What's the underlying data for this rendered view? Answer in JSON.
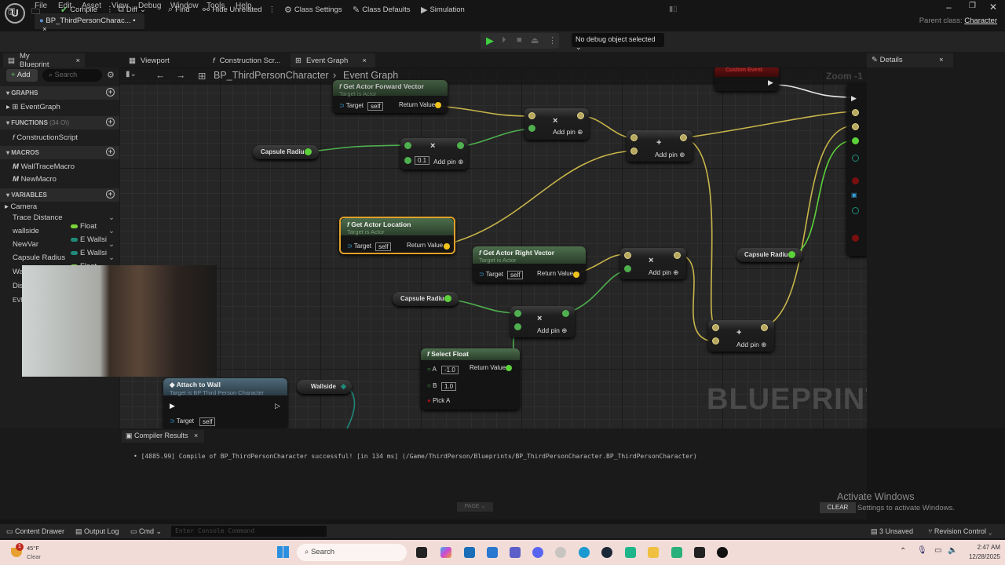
{
  "app": {
    "menu": [
      "File",
      "Edit",
      "Asset",
      "View",
      "Debug",
      "Window",
      "Tools",
      "Help"
    ],
    "doc_tab": "BP_ThirdPersonCharac... •",
    "parent_class_label": "Parent class:",
    "parent_class_value": "Character"
  },
  "toolbar": {
    "compile": "Compile",
    "diff": "Diff",
    "find": "Find",
    "hide_unrelated": "Hide Unrelated",
    "class_settings": "Class Settings",
    "class_defaults": "Class Defaults",
    "simulation": "Simulation",
    "debug_object": "No debug object selected"
  },
  "panel_tabs": {
    "my_blueprint": "My Blueprint",
    "viewport": "Viewport",
    "construction": "Construction Scr...",
    "event_graph": "Event Graph",
    "details": "Details"
  },
  "my_blueprint": {
    "add": "Add",
    "search_placeholder": "Search",
    "graphs_header": "GRAPHS",
    "graphs": [
      "EventGraph"
    ],
    "functions_header": "FUNCTIONS",
    "functions_count": "(34 O\\)",
    "functions": [
      "ConstructionScript"
    ],
    "macros_header": "MACROS",
    "macros": [
      "WallTraceMacro",
      "NewMacro"
    ],
    "variables_header": "VARIABLES",
    "var_category": "Camera",
    "variables": [
      {
        "name": "Trace Distance",
        "type": "Float",
        "color": "#7ad33a"
      },
      {
        "name": "wallside",
        "type": "E Wallsi",
        "color": "#1f8a7a"
      },
      {
        "name": "NewVar",
        "type": "E Wallsi",
        "color": "#1f8a7a"
      },
      {
        "name": "Capsule Radius",
        "type": "Float",
        "color": "#7ad33a"
      }
    ],
    "partial_items": [
      "Wa",
      "Dis",
      "EVE"
    ]
  },
  "graph": {
    "breadcrumb_root": "BP_ThirdPersonCharacter",
    "breadcrumb_current": "Event Graph",
    "zoom": "Zoom -1",
    "watermark": "BLUEPRINT",
    "nodes": {
      "forward": {
        "title": "Get Actor Forward Vector",
        "sub": "Target is Actor",
        "target": "Target",
        "self": "self",
        "ret": "Return Value"
      },
      "location": {
        "title": "Get Actor Location",
        "sub": "Target is Actor",
        "target": "Target",
        "self": "self",
        "ret": "Return Value"
      },
      "right": {
        "title": "Get Actor Right Vector",
        "sub": "Target is Actor",
        "target": "Target",
        "self": "self",
        "ret": "Return Value"
      },
      "select": {
        "title": "Select Float",
        "a": "A",
        "a_val": "-1.0",
        "b": "B",
        "b_val": "1.0",
        "pick": "Pick A",
        "ret": "Return Value"
      },
      "attach": {
        "title": "Attach to Wall",
        "sub": "Target is BP Third Person Character",
        "target": "Target",
        "self": "self"
      },
      "custom_event": "Custom Event",
      "capsule": "Capsule Radius",
      "wallside": "Wallside",
      "mult_value": "0.1",
      "add_pin": "Add pin",
      "mult_sym": "×",
      "add_sym": "+"
    }
  },
  "compiler": {
    "tab": "Compiler Results",
    "message": "[4885.99] Compile of BP_ThirdPersonCharacter successful! [in 134 ms] (/Game/ThirdPerson/Blueprints/BP_ThirdPersonCharacter.BP_ThirdPersonCharacter)",
    "page": "PAGE",
    "clear": "CLEAR"
  },
  "watermark_os": {
    "title": "Activate Windows",
    "sub": "Go to Settings to activate Windows."
  },
  "statusbar": {
    "content_drawer": "Content Drawer",
    "output_log": "Output Log",
    "cmd": "Cmd",
    "console_placeholder": "Enter Console Command",
    "unsaved": "3 Unsaved",
    "revision": "Revision Control"
  },
  "taskbar": {
    "weather_temp": "45°F",
    "weather_desc": "Clear",
    "weather_badge": "1",
    "search": "Search",
    "time": "2:47 AM",
    "date": "12/28/2025"
  }
}
